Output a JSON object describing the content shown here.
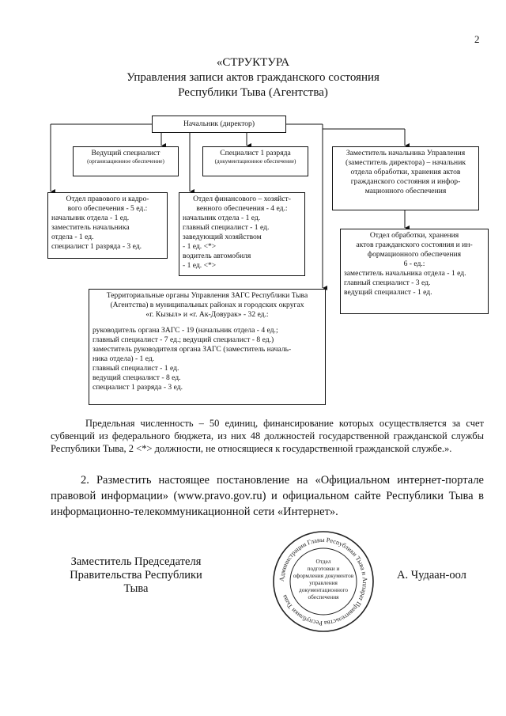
{
  "page_number": "2",
  "title": {
    "line1": "«СТРУКТУРА",
    "line2": "Управления записи актов гражданского состояния",
    "line3": "Республики Тыва (Агентства)"
  },
  "org": {
    "head": "Начальник (директор)",
    "lead_specialist": {
      "title": "Ведущий специалист",
      "sub": "(организационное обеспечение)"
    },
    "specialist1": {
      "title": "Специалист 1 разряда",
      "sub": "(документационное обеспечение)"
    },
    "deputy": [
      "Заместитель начальника Управления",
      "(заместитель директора) – начальник",
      "отдела обработки, хранения актов",
      "гражданского состояния и инфор-",
      "мационного обеспечения"
    ],
    "legal_dept": [
      "Отдел правового и кадро-",
      "вого обеспечения - 5 ед.:",
      "начальник отдела - 1 ед.",
      "заместитель начальника",
      "отдела - 1 ед.",
      "специалист 1 разряда - 3 ед."
    ],
    "finance_dept": [
      "Отдел финансового – хозяйст-",
      "венного обеспечения - 4 ед.:",
      "начальник отдела - 1 ед.",
      "главный специалист - 1 ед.",
      "заведующий хозяйством",
      "- 1 ед. <*>",
      "водитель автомобиля",
      "- 1 ед. <*>"
    ],
    "processing_dept": [
      "Отдел обработки, хранения",
      "актов гражданского состояния и ин-",
      "формационного обеспечения",
      "6 - ед.:",
      "заместитель начальника отдела - 1 ед.",
      "главный специалист - 3 ед.",
      "ведущий специалист - 1 ед."
    ],
    "territorial": {
      "header": [
        "Территориальные органы Управления ЗАГС Республики Тыва",
        "(Агентства) в муниципальных районах и городских округах",
        "«г. Кызыл» и «г. Ак-Довурак» - 32 ед.:"
      ],
      "body": [
        "руководитель органа ЗАГС - 19 (начальник отдела - 4 ед.;",
        "главный специалист - 7 ед.; ведущий специалист - 8 ед.)",
        "заместитель руководителя органа ЗАГС (заместитель началь-",
        "ника отдела) - 1 ед.",
        "главный специалист - 1 ед.",
        "ведущий специалист - 8 ед.",
        "специалист 1 разряда - 3 ед."
      ]
    }
  },
  "paragraph1": "Предельная численность – 50 единиц, финансирование которых осуществляется за счет субвенций из федерального бюджета, из них 48 должностей государственной гражданской службы Республики Тыва, 2 <*> должности, не относящиеся к государственной гражданской службе.».",
  "paragraph2": "2. Разместить настоящее постановление на «Официальном интернет-портале правовой информации» (www.pravo.gov.ru) и официальном сайте Республики Тыва в информационно-телекоммуникационной сети «Интернет».",
  "signature": {
    "position_line1": "Заместитель Председателя",
    "position_line2": "Правительства Республики Тыва",
    "name": "А. Чудаан-оол"
  },
  "stamp": {
    "ring_text": "Администрации Главы Республики Тыва и Аппарат Правительства Республики Тыва",
    "center_lines": [
      "Отдел",
      "подготовки и",
      "оформления документов",
      "управления",
      "документационного",
      "обеспечения"
    ]
  }
}
